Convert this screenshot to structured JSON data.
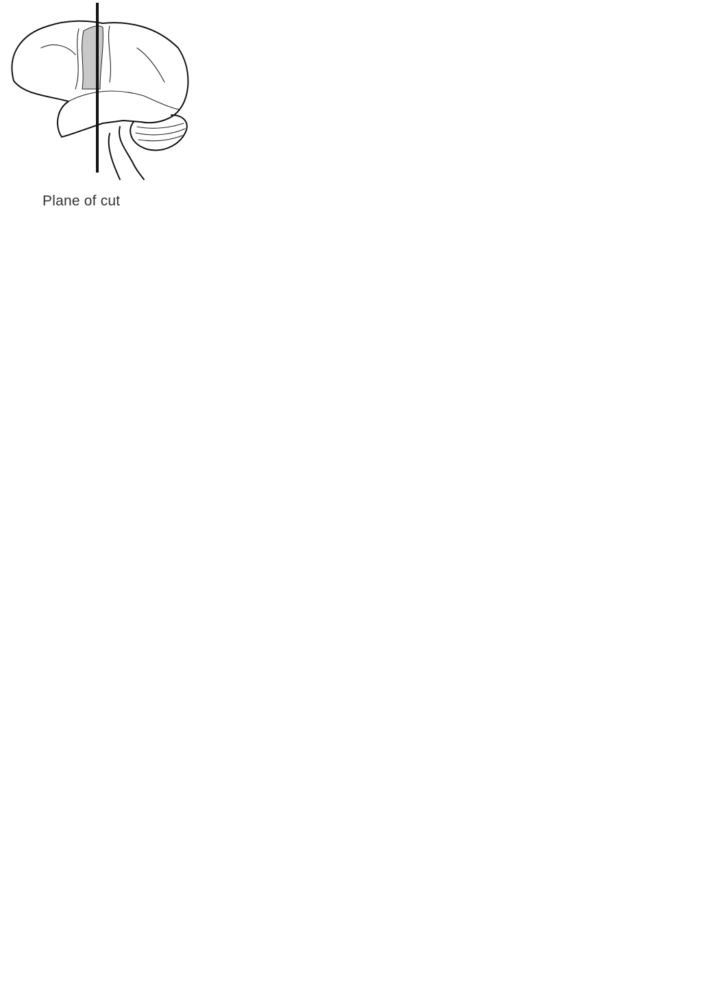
{
  "figure": {
    "caption": "Plane of cut",
    "colors": {
      "line": "#111111",
      "highlight": "#c8c8c8",
      "background": "#ffffff"
    },
    "leaders": [
      {
        "name": "homunculus-label-leader"
      },
      {
        "name": "cortex-label-leader"
      },
      {
        "name": "internal-capsule-label-leader"
      },
      {
        "name": "receptor-label-leader"
      },
      {
        "name": "spinal-cord-label-leader"
      }
    ]
  }
}
